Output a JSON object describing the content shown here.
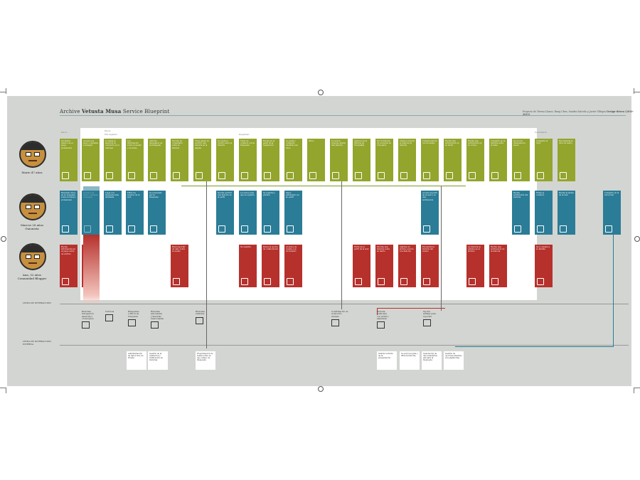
{
  "title": {
    "prefix": "Archive",
    "bold": "Vetusta Musa",
    "suffix": "Service Blueprint"
  },
  "credits": "Proyecto de Teresa Llanos, Rung Chen, Sandra Salcedo y Javier Villegas",
  "credits_bold": "Design-driven (2010-2011)",
  "sheet": {
    "col1": "Inicio",
    "col2": "Fin registro",
    "col3": "Inspirado",
    "col4": "Conclusión",
    "left": "Inicio"
  },
  "personas": [
    {
      "name": "Mario 47 años",
      "sub": "",
      "color": "#93a52d"
    },
    {
      "name": "Marcos 28 años",
      "sub": "Guionista",
      "color": "#2b7c96"
    },
    {
      "name": "Ana, 32 años",
      "sub": "Comunidad Blogger",
      "color": "#b6312c"
    }
  ],
  "levels": {
    "interaction": "LÍNEA DE INTERACCIÓN",
    "internal": "LÍNEA DE INTERACCIÓN INTERNA"
  },
  "green_cards": [
    {
      "text": "Un mismo músico en el juego profesional"
    },
    {
      "text": "Accede a la web y comienza a navegar"
    },
    {
      "text": "Le llama la atención su concierto en el carrusel"
    },
    {
      "text": "Lee información sobre el evento y su fecha"
    },
    {
      "text": "Aterriza navegando en la búsqueda"
    },
    {
      "text": "Escribe un comentario sobre la historia"
    },
    {
      "text": "Tiene ganas de escribir una historia en la página"
    },
    {
      "text": "Se vuelve a recibir sobre la historia"
    },
    {
      "text": "Tiene un contacto con la búsqueda"
    },
    {
      "text": "Recibe en el perfil de la inspiración"
    },
    {
      "text": "Le gusta y comparte mientras sus fotos"
    },
    {
      "text": "Otros"
    },
    {
      "text": "La web le propone enviar una historia"
    },
    {
      "text": "Aparece en la historia de fotografías"
    },
    {
      "text": "Por la historia un recuerdo en otra parte"
    },
    {
      "text": "Vuelve a buscar el tema de la historia"
    },
    {
      "text": "Compra marcar con un amigo"
    },
    {
      "text": "Recibe una notificación en su móvil"
    },
    {
      "text": "Recibe una notificación en su correo"
    },
    {
      "text": "Comparte en la historia sobre el tema"
    },
    {
      "text": "Se va a la búsqueda de nuevo"
    },
    {
      "text": "Comparte el click"
    },
    {
      "text": "Recomienda la obra de teatro"
    }
  ],
  "blue_cards": [
    {
      "text": "Buscando fotos en su pregunta sobre el músico profesional"
    },
    {
      "text": "Accede a la web y comienza a navegar"
    },
    {
      "text": "Llega a la búsqueda más detallada"
    },
    {
      "text": "Filtra los eventos de la web"
    },
    {
      "text": "Se sorprende por la búsqueda"
    },
    {
      "text": "Decide escribir una historia en el perfil"
    },
    {
      "text": "La web le pide que se registre"
    },
    {
      "text": "Se registra y publica"
    },
    {
      "text": "Sigue publicando en su perfil"
    },
    {
      "text": "Accede al perfil de la web y ve una notificación"
    },
    {
      "text": "Recibe notificación del historia"
    },
    {
      "text": "Firma el contacto"
    },
    {
      "text": "Recibe la alerta de la web"
    },
    {
      "text": "Comparte en la red social"
    }
  ],
  "red_cards": [
    {
      "text": "Recibe información en el juego sobre un archivo"
    },
    {
      "text": "Accede a la web y comienza a navegar"
    },
    {
      "text": "Busca aportar un dato sobre el evento"
    },
    {
      "text": "Se registra"
    },
    {
      "text": "Busca la opción de colaboración"
    },
    {
      "text": "Accede a la cuenta y al documento"
    },
    {
      "text": "Entra en el perfil de la web"
    },
    {
      "text": "Escribe una historia sobre su barrio"
    },
    {
      "text": "Adjunta un archivo sonoro a la historia"
    },
    {
      "text": "Encuentra la historia del evento"
    },
    {
      "text": "La historia se publica en el archivo"
    },
    {
      "text": "Recibe una notificación de la historia"
    },
    {
      "text": "Se lo enseña a su familia"
    }
  ],
  "lower_items": [
    {
      "label": "Historias\nNavegación\naleatoria y\ncronológica"
    },
    {
      "label": "Carrusel"
    },
    {
      "label": "Búsquedas\ny filtros de\nbúsqueda"
    },
    {
      "label": "Historias\nadicionales\ny historias\nrelacionadas"
    },
    {
      "label": "Historias\nrelativas"
    },
    {
      "label": "Confirmación de\nel favorito\nenviado"
    },
    {
      "label": "Historia\npublicada\ncon archivo\nadjuntado"
    },
    {
      "label": "Opción\nseñalar para\nreportar"
    }
  ],
  "internal_items": [
    {
      "label": "Administración de datos flow de Evalúe"
    },
    {
      "label": "Gestión de la validación y ratificación de historias"
    },
    {
      "label": "Programación de temas sobre la que campo de búsqueda"
    },
    {
      "label": "Interés recibido de la presentación"
    },
    {
      "label": "La web recopila y filtra la historia"
    },
    {
      "label": "Generación de una estadística pdf para la búsqueda"
    },
    {
      "label": "Gestión de opciones abiertas a la plataforma"
    }
  ]
}
